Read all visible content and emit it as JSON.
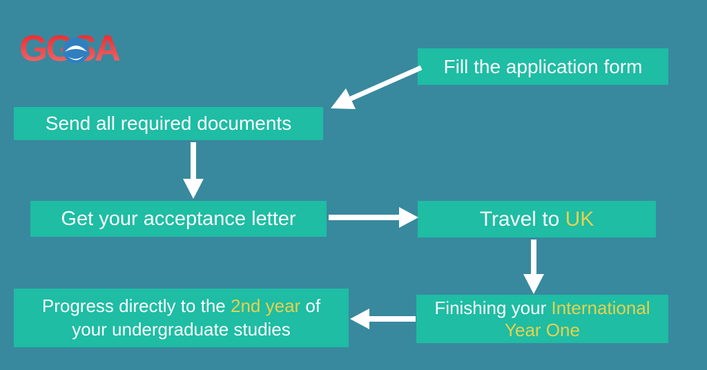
{
  "logo": {
    "text": "GGSA",
    "globe_icon": "globe-icon"
  },
  "colors": {
    "background": "#38899E",
    "box_fill": "#1EBDA4",
    "text_primary": "#FDFDFD",
    "text_accent_yellow": "#E7D14B",
    "arrow": "#FFFFFF",
    "logo_red_top": "#E82127",
    "logo_red_bottom": "#F27173",
    "logo_globe_blue": "#2F7FC0"
  },
  "flow": {
    "boxes": [
      {
        "name": "fill-application-form",
        "lines": [
          {
            "segments": [
              {
                "text": "Fill the application form",
                "accent": false
              }
            ]
          }
        ]
      },
      {
        "name": "send-required-documents",
        "lines": [
          {
            "segments": [
              {
                "text": "Send all required documents",
                "accent": false
              }
            ]
          }
        ]
      },
      {
        "name": "get-acceptance-letter",
        "lines": [
          {
            "segments": [
              {
                "text": "Get your acceptance letter",
                "accent": false
              }
            ]
          }
        ]
      },
      {
        "name": "travel-to-uk",
        "lines": [
          {
            "segments": [
              {
                "text": "Travel to ",
                "accent": false
              },
              {
                "text": "UK",
                "accent": true
              }
            ]
          }
        ]
      },
      {
        "name": "finishing-international-year-one",
        "lines": [
          {
            "segments": [
              {
                "text": "Finishing your ",
                "accent": false
              },
              {
                "text": "International",
                "accent": true
              }
            ]
          },
          {
            "segments": [
              {
                "text": "Year One",
                "accent": true
              }
            ]
          }
        ]
      },
      {
        "name": "progress-to-2nd-year",
        "lines": [
          {
            "segments": [
              {
                "text": "Progress directly to the ",
                "accent": false
              },
              {
                "text": "2nd year",
                "accent": true
              },
              {
                "text": " of",
                "accent": false
              }
            ]
          },
          {
            "segments": [
              {
                "text": "your undergraduate studies",
                "accent": false
              }
            ]
          }
        ]
      }
    ],
    "arrows": [
      {
        "from": "fill-application-form",
        "to": "send-required-documents",
        "direction": "down-left"
      },
      {
        "from": "send-required-documents",
        "to": "get-acceptance-letter",
        "direction": "down"
      },
      {
        "from": "get-acceptance-letter",
        "to": "travel-to-uk",
        "direction": "right"
      },
      {
        "from": "travel-to-uk",
        "to": "finishing-international-year-one",
        "direction": "down"
      },
      {
        "from": "finishing-international-year-one",
        "to": "progress-to-2nd-year",
        "direction": "left"
      }
    ]
  }
}
